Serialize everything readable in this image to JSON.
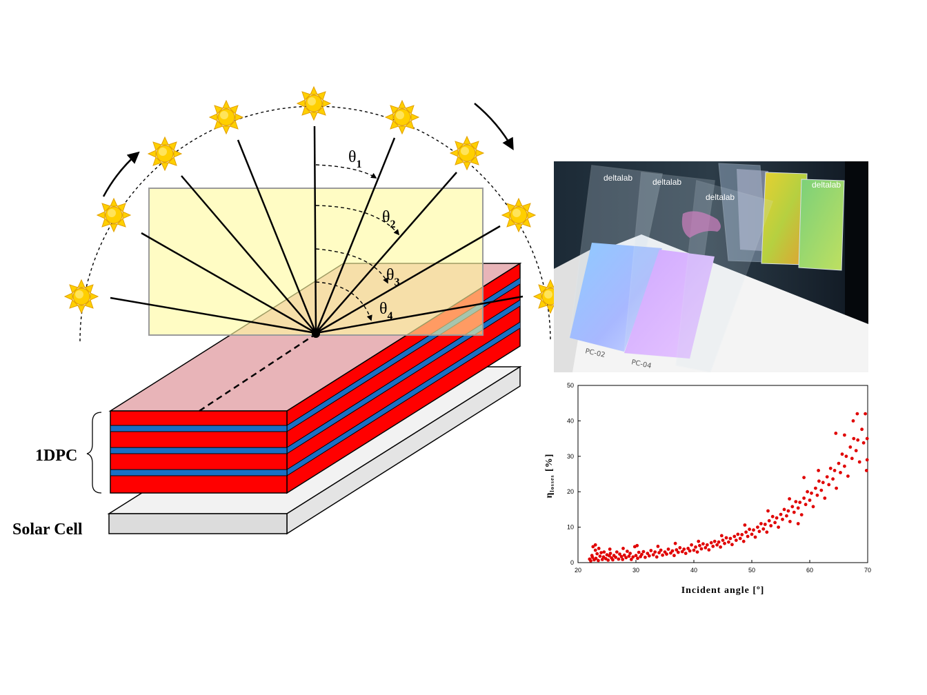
{
  "diagram": {
    "stack_label": "1DPC",
    "cell_label": "Solar Cell",
    "angles": [
      {
        "symbol": "θ",
        "sub": "1"
      },
      {
        "symbol": "θ",
        "sub": "2"
      },
      {
        "symbol": "θ",
        "sub": "3"
      },
      {
        "symbol": "θ",
        "sub": "4"
      }
    ],
    "colors": {
      "red_layer": "#ff0000",
      "blue_layer": "#1a6fc4",
      "top_face": "#e8b4b8",
      "highlight": "#fffaa0",
      "cell": "#e0e0e0",
      "sun": "#ffd000"
    },
    "sun_icon": "sun-icon"
  },
  "photo": {
    "brand_1": "deltalab",
    "brand_2": "deltalab",
    "brand_3": "deltalab",
    "brand_4": "deltalab",
    "sample_1": "PC-02",
    "sample_2": "PC-04"
  },
  "chart_data": {
    "type": "scatter",
    "xlabel": "Incident angle [º]",
    "ylabel_main": "η",
    "ylabel_sub": "losses",
    "ylabel_unit": " [%]",
    "xlim": [
      20,
      70
    ],
    "ylim": [
      0,
      50
    ],
    "xticks": [
      "20",
      "30",
      "40",
      "50",
      "60",
      "70"
    ],
    "yticks": [
      "0",
      "10",
      "20",
      "30",
      "40",
      "50"
    ],
    "marker_color": "#e00000",
    "points": [
      [
        22.0,
        1.0
      ],
      [
        22.2,
        0.5
      ],
      [
        22.4,
        2.0
      ],
      [
        22.5,
        1.5
      ],
      [
        22.6,
        4.5
      ],
      [
        22.8,
        0.8
      ],
      [
        23.0,
        3.5
      ],
      [
        23.1,
        1.2
      ],
      [
        23.3,
        2.5
      ],
      [
        23.5,
        0.6
      ],
      [
        23.6,
        4.0
      ],
      [
        23.8,
        1.8
      ],
      [
        24.0,
        2.8
      ],
      [
        24.2,
        0.9
      ],
      [
        24.4,
        1.6
      ],
      [
        24.5,
        3.0
      ],
      [
        24.8,
        1.1
      ],
      [
        25.0,
        2.2
      ],
      [
        25.2,
        0.7
      ],
      [
        25.4,
        1.9
      ],
      [
        25.6,
        2.6
      ],
      [
        25.8,
        1.3
      ],
      [
        26.0,
        0.8
      ],
      [
        26.2,
        2.0
      ],
      [
        26.5,
        1.5
      ],
      [
        26.7,
        3.0
      ],
      [
        27.0,
        1.0
      ],
      [
        27.2,
        2.4
      ],
      [
        27.5,
        1.7
      ],
      [
        27.7,
        0.9
      ],
      [
        28.0,
        2.1
      ],
      [
        28.3,
        1.4
      ],
      [
        28.5,
        3.2
      ],
      [
        28.8,
        1.8
      ],
      [
        29.0,
        2.6
      ],
      [
        29.2,
        0.9
      ],
      [
        29.5,
        1.6
      ],
      [
        29.8,
        4.5
      ],
      [
        30.0,
        2.0
      ],
      [
        30.3,
        1.2
      ],
      [
        30.5,
        2.9
      ],
      [
        30.8,
        1.7
      ],
      [
        31.0,
        2.3
      ],
      [
        31.3,
        3.1
      ],
      [
        31.6,
        1.5
      ],
      [
        32.0,
        2.6
      ],
      [
        32.3,
        1.9
      ],
      [
        32.6,
        3.4
      ],
      [
        33.0,
        2.2
      ],
      [
        33.3,
        3.0
      ],
      [
        33.6,
        1.6
      ],
      [
        34.0,
        2.8
      ],
      [
        34.3,
        3.5
      ],
      [
        34.6,
        2.1
      ],
      [
        35.0,
        3.0
      ],
      [
        35.3,
        2.4
      ],
      [
        35.6,
        3.8
      ],
      [
        36.0,
        2.7
      ],
      [
        36.3,
        3.3
      ],
      [
        36.6,
        2.0
      ],
      [
        37.0,
        3.6
      ],
      [
        37.3,
        2.9
      ],
      [
        37.6,
        4.2
      ],
      [
        38.0,
        3.1
      ],
      [
        38.3,
        3.8
      ],
      [
        38.6,
        2.6
      ],
      [
        39.0,
        4.0
      ],
      [
        39.3,
        3.3
      ],
      [
        39.6,
        5.0
      ],
      [
        40.0,
        3.5
      ],
      [
        40.3,
        4.4
      ],
      [
        40.6,
        3.0
      ],
      [
        41.0,
        4.8
      ],
      [
        41.3,
        3.9
      ],
      [
        41.6,
        5.3
      ],
      [
        42.0,
        4.2
      ],
      [
        42.3,
        5.0
      ],
      [
        42.6,
        3.6
      ],
      [
        43.0,
        5.6
      ],
      [
        43.3,
        4.6
      ],
      [
        43.6,
        6.0
      ],
      [
        44.0,
        5.0
      ],
      [
        44.3,
        5.8
      ],
      [
        44.6,
        4.4
      ],
      [
        45.0,
        6.3
      ],
      [
        45.3,
        5.4
      ],
      [
        45.6,
        7.0
      ],
      [
        46.0,
        5.8
      ],
      [
        46.3,
        6.8
      ],
      [
        46.6,
        5.1
      ],
      [
        47.0,
        7.4
      ],
      [
        47.3,
        6.3
      ],
      [
        47.6,
        8.0
      ],
      [
        48.0,
        6.8
      ],
      [
        48.3,
        7.9
      ],
      [
        48.6,
        6.0
      ],
      [
        49.0,
        8.6
      ],
      [
        49.3,
        7.4
      ],
      [
        49.6,
        9.4
      ],
      [
        50.0,
        8.0
      ],
      [
        50.3,
        9.2
      ],
      [
        50.6,
        7.2
      ],
      [
        51.0,
        10.0
      ],
      [
        51.3,
        8.8
      ],
      [
        51.6,
        11.0
      ],
      [
        52.0,
        9.5
      ],
      [
        52.3,
        10.8
      ],
      [
        52.6,
        8.6
      ],
      [
        53.0,
        11.8
      ],
      [
        53.3,
        10.4
      ],
      [
        53.6,
        13.0
      ],
      [
        54.0,
        11.3
      ],
      [
        54.3,
        12.6
      ],
      [
        54.6,
        10.0
      ],
      [
        55.0,
        13.6
      ],
      [
        55.3,
        12.2
      ],
      [
        55.6,
        15.0
      ],
      [
        56.0,
        13.2
      ],
      [
        56.3,
        14.6
      ],
      [
        56.6,
        11.6
      ],
      [
        57.0,
        15.8
      ],
      [
        57.3,
        14.2
      ],
      [
        57.6,
        17.2
      ],
      [
        58.0,
        15.4
      ],
      [
        58.3,
        17.0
      ],
      [
        58.6,
        13.5
      ],
      [
        59.0,
        18.2
      ],
      [
        59.3,
        16.4
      ],
      [
        59.6,
        20.0
      ],
      [
        60.0,
        17.6
      ],
      [
        60.3,
        19.6
      ],
      [
        60.6,
        15.8
      ],
      [
        61.0,
        21.0
      ],
      [
        61.3,
        19.0
      ],
      [
        61.6,
        23.0
      ],
      [
        62.0,
        20.4
      ],
      [
        62.3,
        22.6
      ],
      [
        62.6,
        18.2
      ],
      [
        63.0,
        24.2
      ],
      [
        63.3,
        22.0
      ],
      [
        63.6,
        26.6
      ],
      [
        64.0,
        23.6
      ],
      [
        64.3,
        26.0
      ],
      [
        64.6,
        21.0
      ],
      [
        65.0,
        28.0
      ],
      [
        65.3,
        25.4
      ],
      [
        65.6,
        30.6
      ],
      [
        66.0,
        27.2
      ],
      [
        66.3,
        30.0
      ],
      [
        66.6,
        24.4
      ],
      [
        67.0,
        32.6
      ],
      [
        67.3,
        29.4
      ],
      [
        67.6,
        35.0
      ],
      [
        68.0,
        31.6
      ],
      [
        68.3,
        34.6
      ],
      [
        68.6,
        28.4
      ],
      [
        69.0,
        37.6
      ],
      [
        69.3,
        33.8
      ],
      [
        69.6,
        42.0
      ],
      [
        69.8,
        26.0
      ],
      [
        68.2,
        42.0
      ],
      [
        67.5,
        40.0
      ],
      [
        66.0,
        36.0
      ],
      [
        64.5,
        36.5
      ],
      [
        69.9,
        35.0
      ],
      [
        69.9,
        29.0
      ],
      [
        61.5,
        26.0
      ],
      [
        59.0,
        24.0
      ],
      [
        58.0,
        11.0
      ],
      [
        56.5,
        18.0
      ],
      [
        23.0,
        5.0
      ],
      [
        25.5,
        3.8
      ],
      [
        27.8,
        4.0
      ],
      [
        30.2,
        4.8
      ],
      [
        33.8,
        4.6
      ],
      [
        36.8,
        5.4
      ],
      [
        40.8,
        6.0
      ],
      [
        44.8,
        7.6
      ],
      [
        48.8,
        10.6
      ],
      [
        52.8,
        14.6
      ]
    ]
  }
}
